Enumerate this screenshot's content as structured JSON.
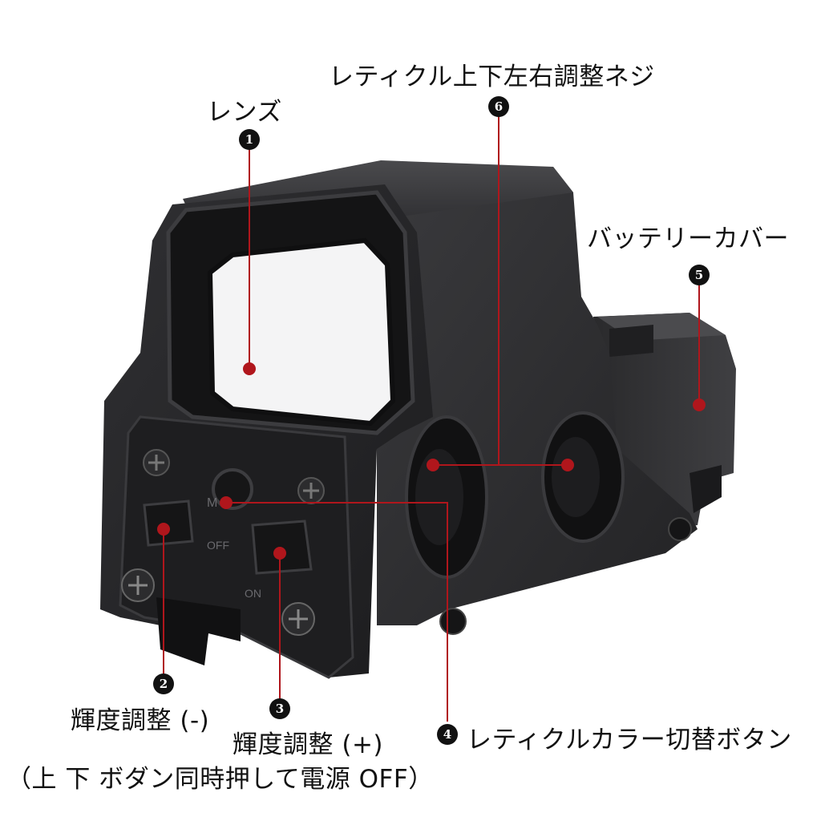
{
  "callouts": [
    {
      "num": "1",
      "label": "レンズ"
    },
    {
      "num": "2",
      "label": "輝度調整 (-)"
    },
    {
      "num": "3",
      "label": "輝度調整 (+)"
    },
    {
      "num": "4",
      "label": "レティクルカラー切替ボタン"
    },
    {
      "num": "5",
      "label": "バッテリーカバー"
    },
    {
      "num": "6",
      "label": "レティクル上下左右調整ネジ"
    }
  ],
  "note": "（上 下 ボダン同時押して電源 OFF）",
  "device_markings": {
    "mode": "M",
    "off": "OFF",
    "on": "ON"
  },
  "colors": {
    "leader": "#b0161c",
    "body": "#2a2a2c",
    "badge": "#111111"
  }
}
